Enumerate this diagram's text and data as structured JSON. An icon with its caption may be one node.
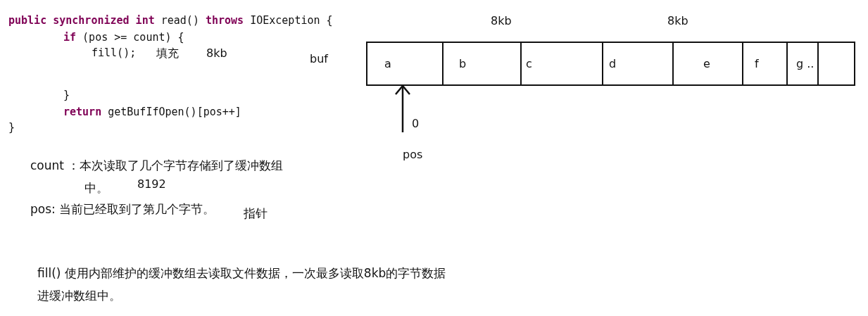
{
  "diagram": {
    "nodes": [
      {
        "text": [],
        "shape": "box",
        "beside": [
          "buf"
        ]
      },
      {
        "text": [
          "a"
        ],
        "in": 0
      },
      {
        "text": [
          "b"
        ],
        "in": 0
      },
      {
        "text": [
          "c"
        ],
        "in": 0
      },
      {
        "text": [
          "d"
        ],
        "in": 0
      },
      {
        "text": [
          "e"
        ],
        "in": 0
      },
      {
        "text": [
          "f"
        ],
        "in": 0
      },
      {
        "text": [
          "g .."
        ],
        "in": 0
      },
      {
        "text": [],
        "shape": "box",
        "in": 0
      }
    ],
    "edges": [
      {
        "from": null,
        "to": 1,
        "arrow": "to"
      }
    ],
    "labels": [
      "**public synchronized int** read() **throws** IOException {",
      "**if** (pos >= count) {",
      "fill();",
      "填充",
      "8kb",
      "}",
      "**return** getBufIfOpen()[pos++]",
      "}",
      "8kb",
      "8kb",
      "0",
      "pos",
      "count ：本次读取了几个字节存储到了缓冲数组中。",
      "8192",
      "pos: 当前已经取到了第几个字节。",
      "指针",
      "fill() 使用内部维护的缓冲数组去读取文件数据，一次最多读取8kb的字节数据进缓冲数组中。"
    ]
  }
}
